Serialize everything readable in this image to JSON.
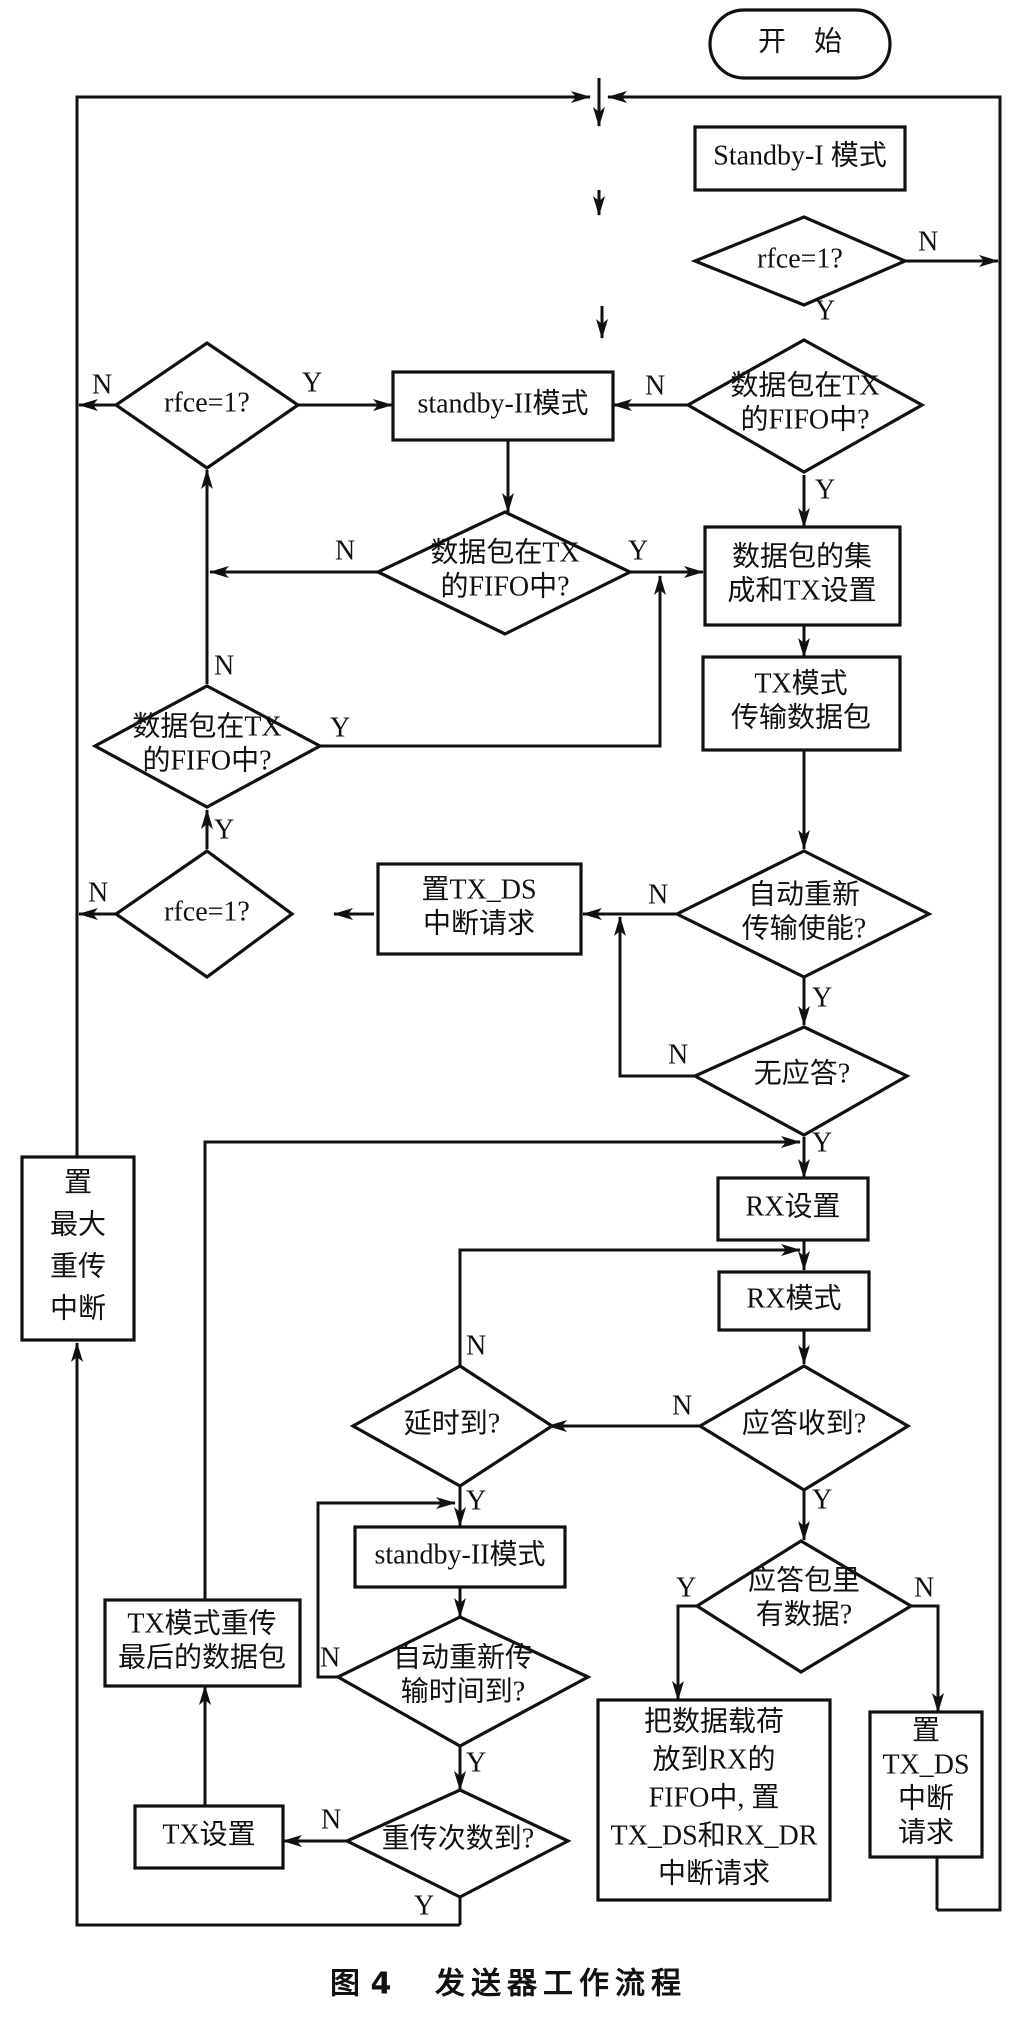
{
  "caption": {
    "figure": "图 4",
    "title": "发送器工作流程"
  },
  "nodes": {
    "start": {
      "lines": [
        "开　始"
      ]
    },
    "standby1": {
      "lines": [
        "Standby-I 模式"
      ]
    },
    "rfce_top": {
      "lines": [
        "rfce=1?"
      ]
    },
    "fifo_top": {
      "lines": [
        "数据包在TX",
        "的FIFO中?"
      ]
    },
    "standby2_top": {
      "lines": [
        "standby-II模式"
      ]
    },
    "rfce_left_top": {
      "lines": [
        "rfce=1?"
      ]
    },
    "fifo_mid": {
      "lines": [
        "数据包在TX",
        "的FIFO中?"
      ]
    },
    "assemble": {
      "lines": [
        "数据包的集",
        "成和TX设置"
      ]
    },
    "fifo_left": {
      "lines": [
        "数据包在TX",
        "的FIFO中?"
      ]
    },
    "tx_mode": {
      "lines": [
        "TX模式",
        "传输数据包"
      ]
    },
    "rfce_left_bottom": {
      "lines": [
        "rfce=1?"
      ]
    },
    "set_txds_1": {
      "lines": [
        "置TX_DS",
        "中断请求"
      ]
    },
    "auto_retx_enable": {
      "lines": [
        "自动重新",
        "传输使能?"
      ]
    },
    "no_ack": {
      "lines": [
        "无应答?"
      ]
    },
    "max_retx": {
      "lines": [
        "置",
        "最大",
        "重传",
        "中断"
      ]
    },
    "rx_setup": {
      "lines": [
        "RX设置"
      ]
    },
    "rx_mode": {
      "lines": [
        "RX模式"
      ]
    },
    "delay": {
      "lines": [
        "延时到?"
      ]
    },
    "ack_received": {
      "lines": [
        "应答收到?"
      ]
    },
    "standby2_bottom": {
      "lines": [
        "standby-II模式"
      ]
    },
    "ack_has_data": {
      "lines": [
        "应答包里",
        "有数据?"
      ]
    },
    "tx_retransmit": {
      "lines": [
        "TX模式重传",
        "最后的数据包"
      ]
    },
    "auto_retx_time": {
      "lines": [
        "自动重新传",
        "输时间到?"
      ]
    },
    "payload_rx": {
      "lines": [
        "把数据载荷",
        "放到RX的",
        "FIFO中, 置",
        "TX_DS和RX_DR",
        "中断请求"
      ]
    },
    "set_txds_2": {
      "lines": [
        "置",
        "TX_DS",
        "中断",
        "请求"
      ]
    },
    "tx_setup": {
      "lines": [
        "TX设置"
      ]
    },
    "retx_count": {
      "lines": [
        "重传次数到?"
      ]
    }
  },
  "branch_labels": {
    "yes": "Y",
    "no": "N"
  }
}
